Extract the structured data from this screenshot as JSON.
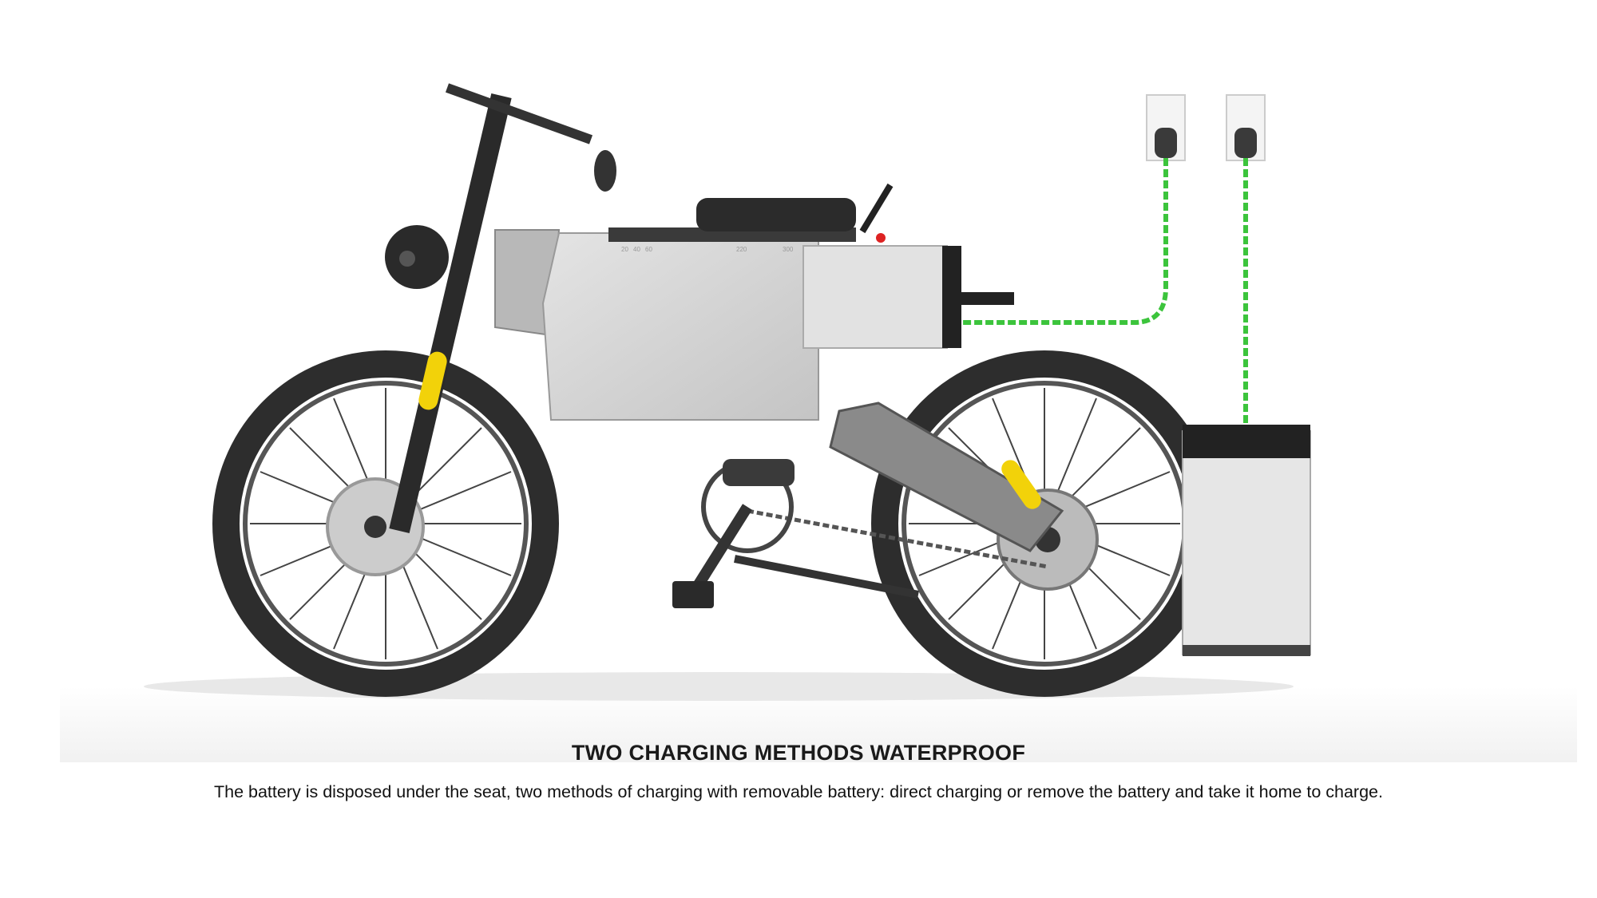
{
  "product": {
    "title": "TWO CHARGING METHODS WATERPROOF",
    "caption": "The battery is disposed under the seat, two methods of charging with removable battery: direct charging or remove the battery and take it home to charge.",
    "scale_labels": [
      "20",
      "40",
      "60",
      "220",
      "300"
    ]
  },
  "colors": {
    "cable_green": "#3cc43c",
    "reflector_yellow": "#f2d20a",
    "battery_silver": "#d4d4d4",
    "frame_dark": "#2e2e2e"
  }
}
